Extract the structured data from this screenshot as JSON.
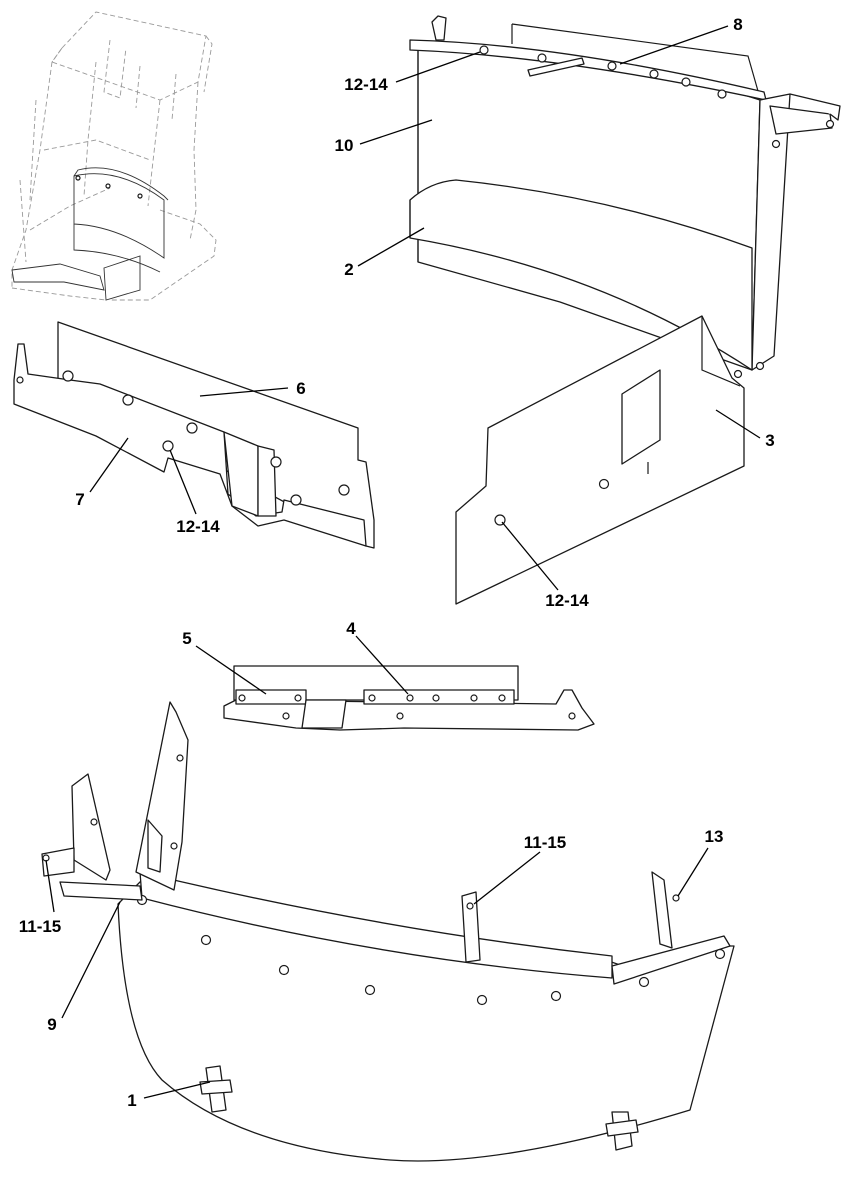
{
  "callouts": [
    {
      "id": "c8",
      "text": "8"
    },
    {
      "id": "c12a",
      "text": "12-14"
    },
    {
      "id": "c10",
      "text": "10"
    },
    {
      "id": "c2",
      "text": "2"
    },
    {
      "id": "c6",
      "text": "6"
    },
    {
      "id": "c3",
      "text": "3"
    },
    {
      "id": "c7",
      "text": "7"
    },
    {
      "id": "c12b",
      "text": "12-14"
    },
    {
      "id": "c12c",
      "text": "12-14"
    },
    {
      "id": "c5",
      "text": "5"
    },
    {
      "id": "c4",
      "text": "4"
    },
    {
      "id": "c11a",
      "text": "11-15"
    },
    {
      "id": "c13",
      "text": "13"
    },
    {
      "id": "c11b",
      "text": "11-15"
    },
    {
      "id": "c9",
      "text": "9"
    },
    {
      "id": "c1",
      "text": "1"
    }
  ]
}
